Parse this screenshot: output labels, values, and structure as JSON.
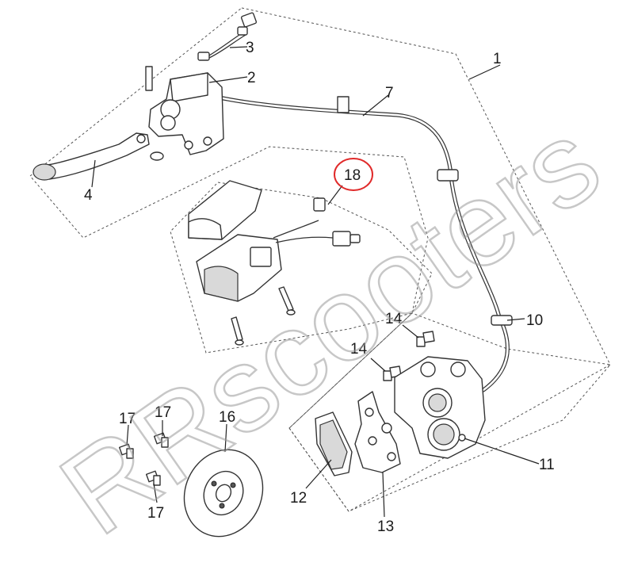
{
  "watermark": "RRscooters",
  "highlight_color": "#e02a2a",
  "callouts": [
    {
      "id": "c1",
      "label": "1"
    },
    {
      "id": "c2",
      "label": "2"
    },
    {
      "id": "c3",
      "label": "3"
    },
    {
      "id": "c4",
      "label": "4"
    },
    {
      "id": "c7",
      "label": "7"
    },
    {
      "id": "c10",
      "label": "10"
    },
    {
      "id": "c11",
      "label": "11"
    },
    {
      "id": "c12",
      "label": "12"
    },
    {
      "id": "c13",
      "label": "13"
    },
    {
      "id": "c14a",
      "label": "14"
    },
    {
      "id": "c14b",
      "label": "14"
    },
    {
      "id": "c16",
      "label": "16"
    },
    {
      "id": "c17a",
      "label": "17"
    },
    {
      "id": "c17b",
      "label": "17"
    },
    {
      "id": "c17c",
      "label": "17"
    },
    {
      "id": "c18",
      "label": "18"
    }
  ]
}
